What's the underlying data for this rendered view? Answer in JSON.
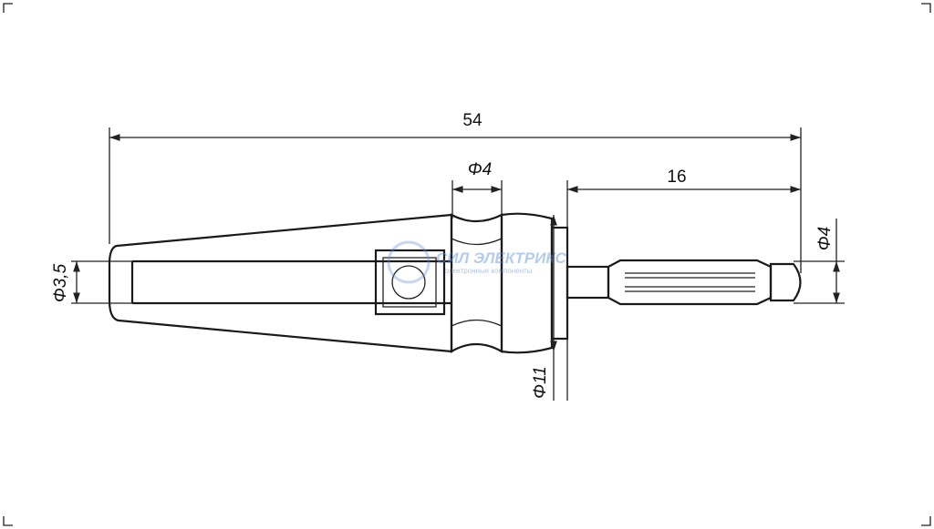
{
  "drawing": {
    "dimensions": {
      "overall_length": "54",
      "collar_diameter": "Φ4",
      "pin_length": "16",
      "pin_diameter": "Φ4",
      "cable_hole_diameter": "Φ3,5",
      "flange_diameter": "Φ11"
    },
    "watermark": {
      "brand": "СИЛ ЭЛЕКТРИКС",
      "tagline": "электронные компоненты"
    }
  }
}
